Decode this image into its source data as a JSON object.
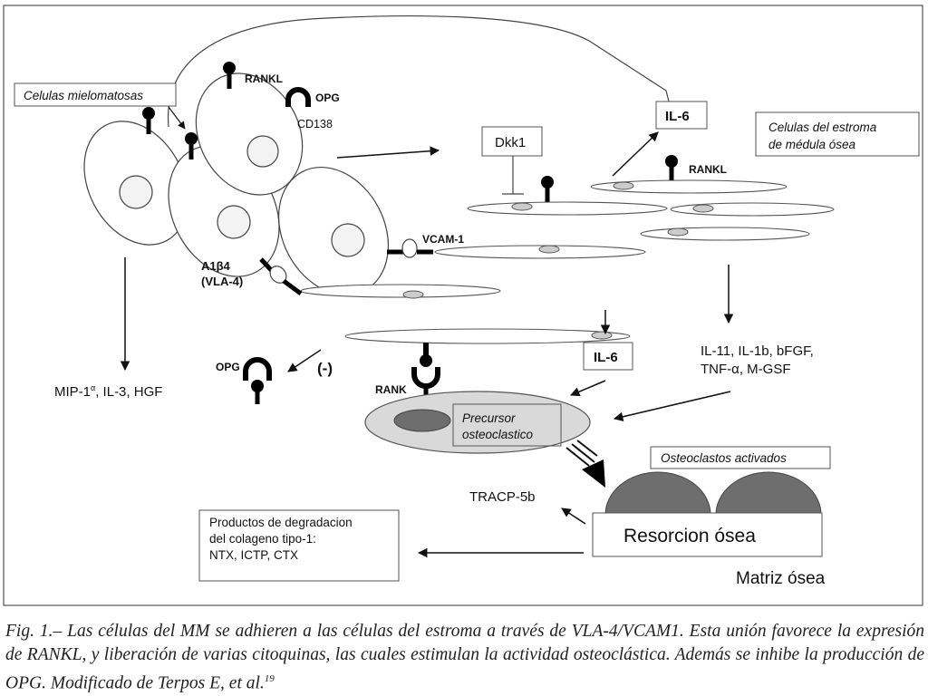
{
  "figure": {
    "labels": {
      "myeloma_cells": "Celulas mielomatosas",
      "rankl_top": "RANKL",
      "opg_top": "OPG",
      "cd138": "CD138",
      "dkk1": "Dkk1",
      "il6_top": "IL-6",
      "stroma_line1": "Celulas del estroma",
      "stroma_line2": "de médula ósea",
      "rankl_right": "RANKL",
      "vcam1": "VCAM-1",
      "a1b4_line1": "A1β4",
      "a1b4_line2": "(VLA-4)",
      "mip_base": "MIP-1",
      "mip_sup": "α",
      "mip_rest": ", IL-3, HGF",
      "opg_left": "OPG",
      "minus": "(-)",
      "rank": "RANK",
      "il6_mid": "IL-6",
      "cytokines_line1": "IL-11, IL-1b, bFGF,",
      "cytokines_line2": "TNF-α, M-GSF",
      "precursor_line1": "Precursor",
      "precursor_line2": "osteoclastico",
      "osteoclasts_activated": "Osteoclastos activados",
      "tracp": "TRACP-5b",
      "resorption": "Resorcion ósea",
      "degradation_line1": "Productos de degradacion",
      "degradation_line2": "del colageno tipo-1:",
      "degradation_line3": "NTX, ICTP, CTX",
      "bone_matrix": "Matriz ósea"
    }
  },
  "caption": {
    "prefix": "Fig. 1.–",
    "text": " Las células del MM se adhieren a las células del estroma a través de VLA-4/VCAM1. Esta unión favorece la expresión de RANKL, y liberación de varias citoquinas, las cuales estimulan la actividad osteoclástica. Además se inhibe la producción de OPG. Modificado de Terpos E, et al.",
    "ref": "19"
  }
}
